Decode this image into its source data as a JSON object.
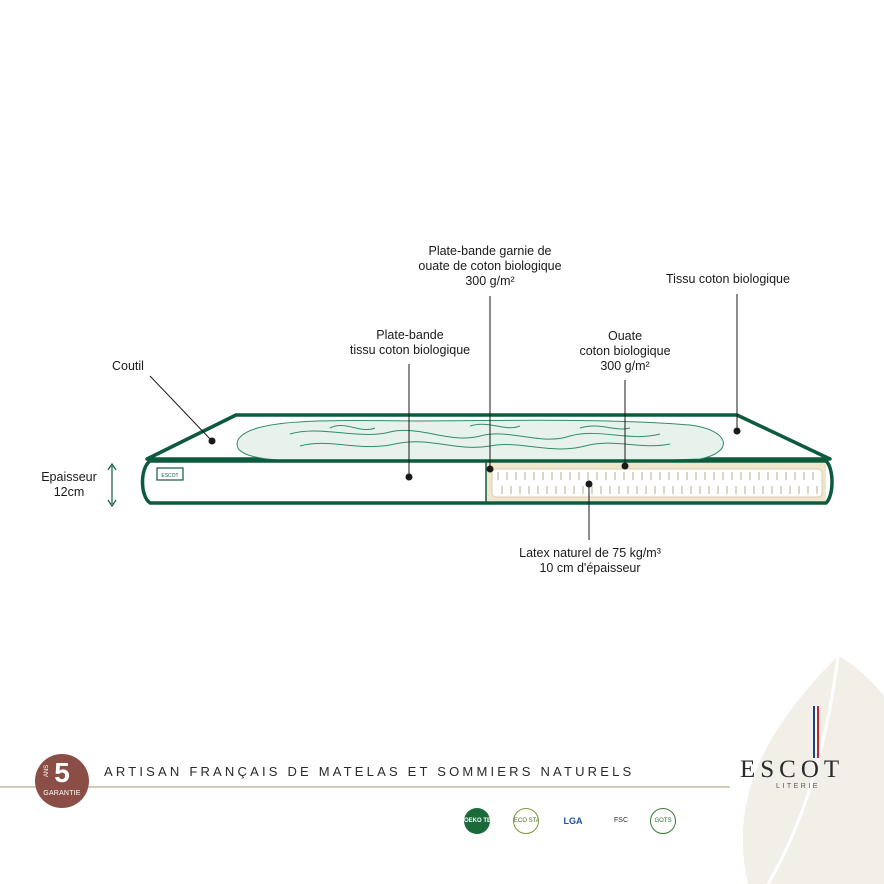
{
  "callouts": {
    "coutil": "Coutil",
    "plate_bande_tissu": [
      "Plate-bande",
      "tissu coton biologique"
    ],
    "plate_bande_garnie": [
      "Plate-bande garnie de",
      "ouate de coton biologique",
      "300 g/m²"
    ],
    "tissu_coton": "Tissu coton biologique",
    "ouate": [
      "Ouate",
      "coton biologique",
      "300 g/m²"
    ],
    "epaisseur": [
      "Epaisseur",
      "12cm"
    ],
    "latex": [
      "Latex naturel de 75 kg/m³",
      "10 cm d'épaisseur"
    ]
  },
  "mattress_label": "ESCOT",
  "footer": {
    "tagline": "ARTISAN FRANÇAIS DE MATELAS ET SOMMIERS NATURELS",
    "badge": {
      "number": "5",
      "top": "ANS",
      "bottom": "GARANTIE"
    },
    "brand": "ESCOT",
    "brand_sub": "LITERIE"
  },
  "certifications": [
    {
      "label": "OEKO TEX",
      "icon": "oeko-tex-logo"
    },
    {
      "label": "ECO STANDARD",
      "icon": "ecocert-logo"
    },
    {
      "label": "LGA",
      "icon": "lga-logo"
    },
    {
      "label": "FSC",
      "icon": "fsc-logo"
    },
    {
      "label": "GOTS",
      "icon": "gots-logo"
    }
  ],
  "colors": {
    "mattress_green": "#0e5a3c",
    "latex_fill": "#f3ecd8",
    "badge_brown": "#8a4e46",
    "flag_blue": "#1f3d8c",
    "flag_red": "#c4262e"
  }
}
